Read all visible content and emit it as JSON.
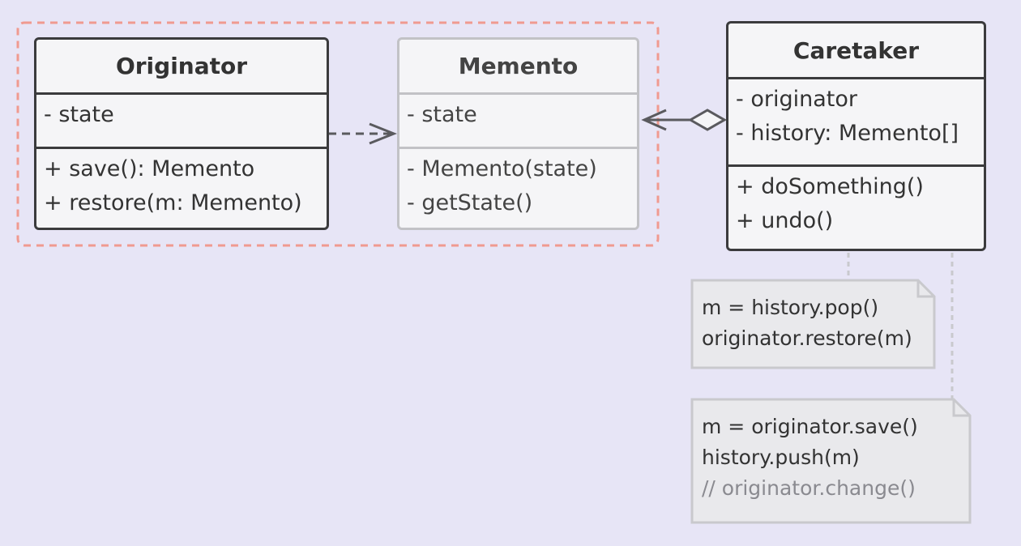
{
  "classes": {
    "originator": {
      "name": "Originator",
      "fields": [
        "- state"
      ],
      "methods": [
        "+ save(): Memento",
        "+ restore(m: Memento)"
      ]
    },
    "memento": {
      "name": "Memento",
      "fields": [
        "- state"
      ],
      "methods": [
        "- Memento(state)",
        "- getState()"
      ]
    },
    "caretaker": {
      "name": "Caretaker",
      "fields": [
        "- originator",
        "- history: Memento[]"
      ],
      "methods": [
        "+ doSomething()",
        "+ undo()"
      ]
    }
  },
  "notes": {
    "undo": [
      "m = history.pop()",
      "originator.restore(m)"
    ],
    "do_something": [
      "m = originator.save()",
      "history.push(m)",
      "// originator.change()"
    ]
  },
  "colors": {
    "background": "#e7e5f6",
    "box_border": "#3b3b3d",
    "box_border_light": "#c2c2c6",
    "box_fill": "#f5f5f7",
    "group_border": "#f09a90",
    "note_fill": "#e9e9ec",
    "note_border": "#c9c9cd",
    "connector": "#5a5a5e",
    "comment_text": "#8a8a90"
  }
}
